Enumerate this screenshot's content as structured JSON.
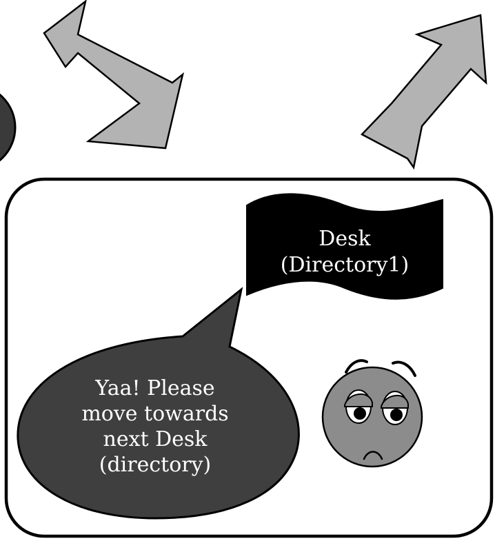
{
  "flag": {
    "line1": "Desk",
    "line2": "(Directory1)"
  },
  "speech_bubble": {
    "line1": "Yaa! Please",
    "line2": "move towards",
    "line3": "next Desk",
    "line4": "(directory)"
  },
  "colors": {
    "arrow_fill": "#b3b3b3",
    "outline": "#000000",
    "flag_fill": "#000000",
    "bubble_fill": "#3f3f3f",
    "partial_circle_fill": "#3a3a3a",
    "face_fill": "#8c8c8c"
  },
  "icons": {
    "face": "sad-tired-face-icon",
    "arrow_in": "arrow-down-right-icon",
    "arrow_out": "arrow-up-right-icon"
  }
}
